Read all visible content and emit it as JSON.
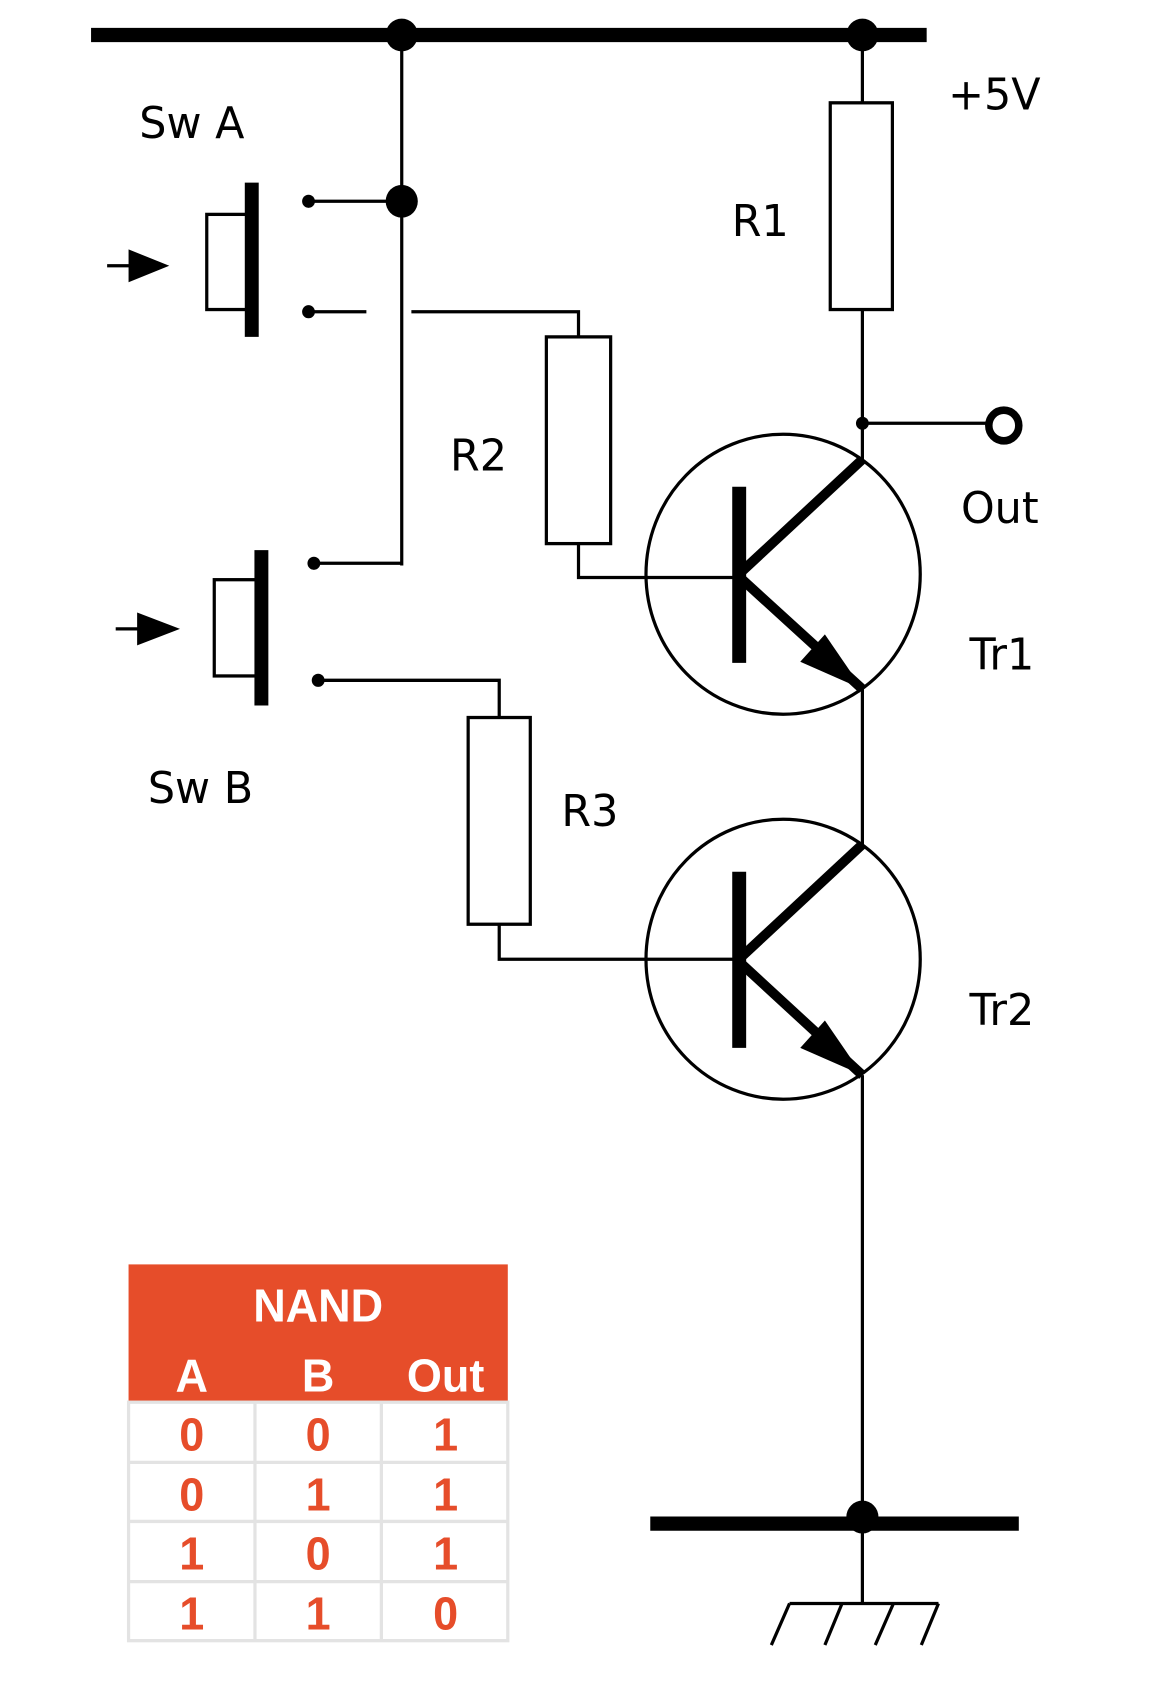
{
  "diagram": {
    "title": "Two-transistor NAND gate circuit",
    "supply_label": "+5V",
    "output_label": "Out",
    "components": {
      "switch_a": "Sw A",
      "switch_b": "Sw B",
      "r1": "R1",
      "r2": "R2",
      "r3": "R3",
      "tr1": "Tr1",
      "tr2": "Tr2"
    },
    "accent_color": "#e64d2a"
  },
  "truth_table": {
    "title": "NAND",
    "columns": [
      "A",
      "B",
      "Out"
    ],
    "rows": [
      [
        "0",
        "0",
        "1"
      ],
      [
        "0",
        "1",
        "1"
      ],
      [
        "1",
        "0",
        "1"
      ],
      [
        "1",
        "1",
        "0"
      ]
    ]
  }
}
